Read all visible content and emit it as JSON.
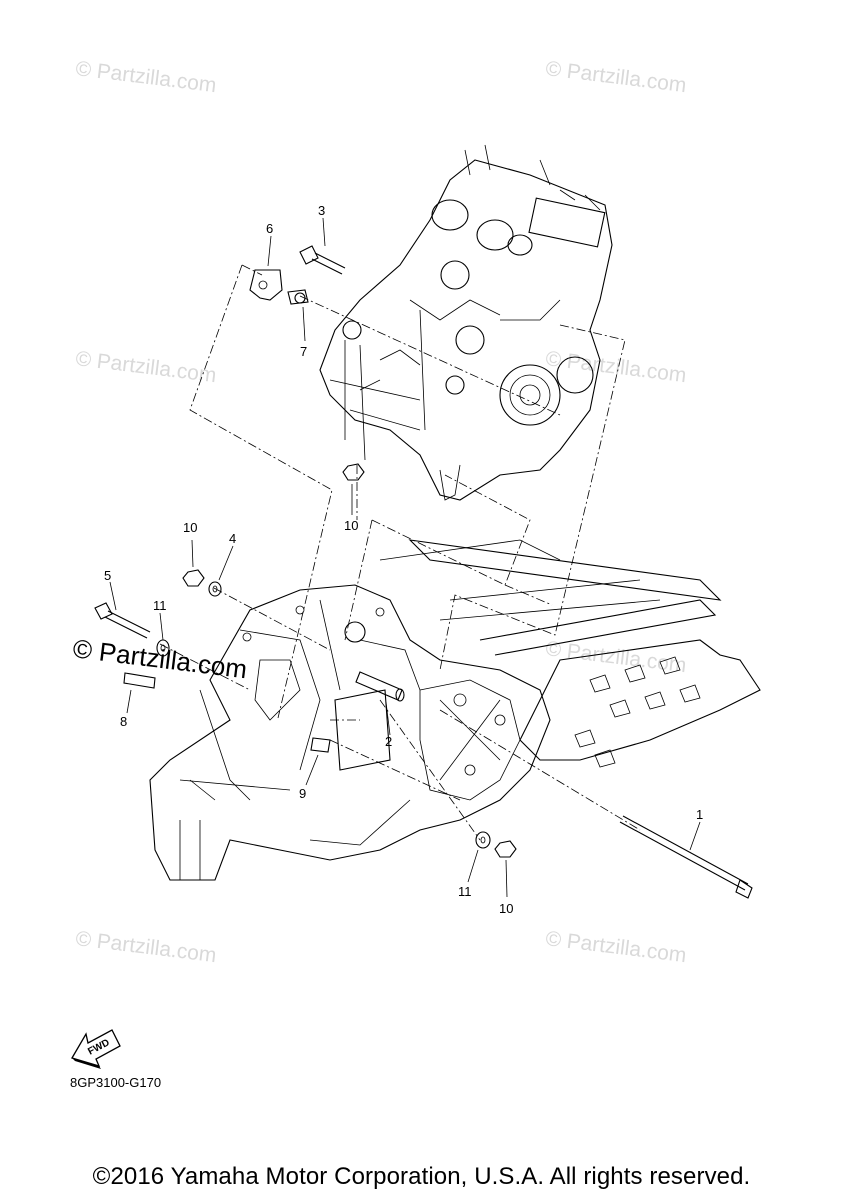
{
  "watermark_text": "© Partzilla.com",
  "callouts": {
    "c1": "1",
    "c2": "2",
    "c3": "3",
    "c4": "4",
    "c5": "5",
    "c6": "6",
    "c7": "7",
    "c8": "8",
    "c9": "9",
    "c10a": "10",
    "c10b": "10",
    "c10c": "10",
    "c11a": "11",
    "c11b": "11"
  },
  "fwd_label": "FWD",
  "page_code": "8GP3100-G170",
  "copyright": "©2016 Yamaha Motor Corporation, U.S.A. All rights reserved."
}
